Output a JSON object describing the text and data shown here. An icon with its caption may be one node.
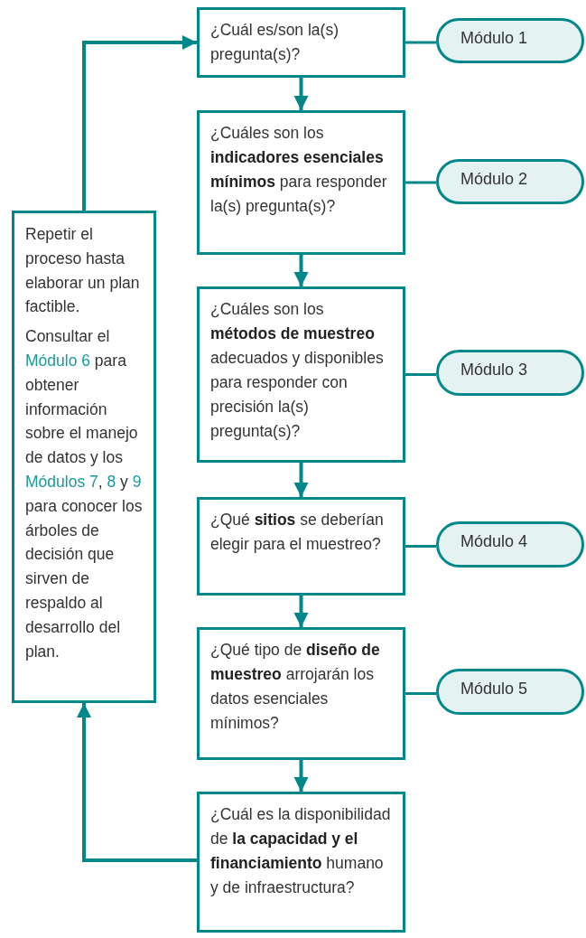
{
  "diagram": {
    "nodes": [
      {
        "text": [
          "¿Cuál es/son la(s) pregunta(s)?"
        ]
      },
      {
        "text": [
          "¿Cuáles son los **indicadores esenciales mínimos** para responder la(s) pregunta(s)?"
        ]
      },
      {
        "text": [
          "¿Cuáles son los **métodos de muestreo** adecuados y disponibles para responder con precisión la(s) pregunta(s)?"
        ]
      },
      {
        "text": [
          "¿Qué **sitios** se deberían elegir para el muestreo?"
        ]
      },
      {
        "text": [
          "¿Qué tipo de **diseño de muestreo** arrojarán los datos esenciales mínimos?"
        ]
      },
      {
        "text": [
          "¿Cuál es la disponibilidad de **la capacidad y el financiamiento** humano y de infraestructura?"
        ]
      },
      {
        "text": [
          "Repetir el proceso hasta elaborar un plan factible.",
          "Consultar el *Módulo 6* para obtener información sobre el manejo de datos y los *Módulos 7*, *8* y *9* para conocer los árboles de decisión que sirven de respaldo al desarrollo del plan."
        ]
      },
      {
        "text": [
          "Módulo 1"
        ]
      },
      {
        "text": [
          "Módulo 2"
        ]
      },
      {
        "text": [
          "Módulo 3"
        ]
      },
      {
        "text": [
          "Módulo 4"
        ]
      },
      {
        "text": [
          "Módulo 5"
        ]
      }
    ],
    "edges": [
      {
        "from": 0,
        "to": 1,
        "arrow": "to"
      },
      {
        "from": 1,
        "to": 2,
        "arrow": "to"
      },
      {
        "from": 2,
        "to": 3,
        "arrow": "to"
      },
      {
        "from": 3,
        "to": 4,
        "arrow": "to"
      },
      {
        "from": 4,
        "to": 5,
        "arrow": "to"
      },
      {
        "from": 5,
        "to": 6,
        "arrow": "to"
      },
      {
        "from": 6,
        "to": 0,
        "arrow": "to"
      },
      {
        "from": 0,
        "to": 7,
        "arrow": "none"
      },
      {
        "from": 1,
        "to": 8,
        "arrow": "none"
      },
      {
        "from": 2,
        "to": 9,
        "arrow": "none"
      },
      {
        "from": 3,
        "to": 10,
        "arrow": "none"
      },
      {
        "from": 4,
        "to": 11,
        "arrow": "none"
      }
    ]
  }
}
